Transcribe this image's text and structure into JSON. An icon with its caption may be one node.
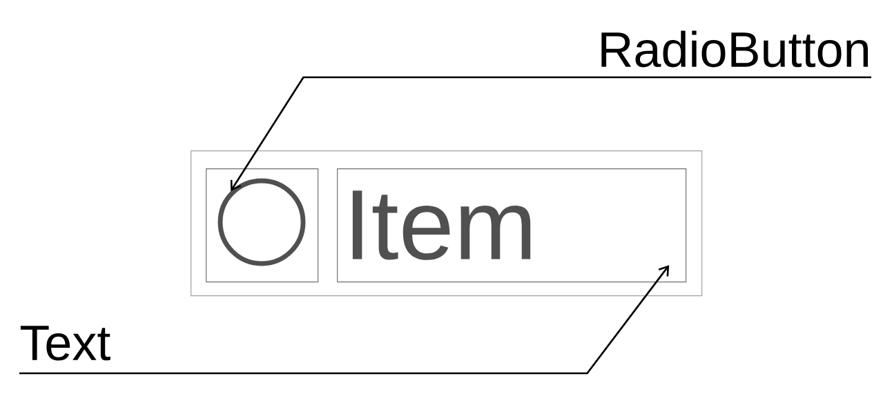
{
  "diagram": {
    "nodes": [
      {
        "text": [
          "RadioButton"
        ]
      },
      {
        "text": [],
        "shape": "box"
      },
      {
        "text": [],
        "shape": "box",
        "in": 1
      },
      {
        "text": [],
        "shape": "circle",
        "in": 2
      },
      {
        "text": [
          "Item"
        ],
        "in": 1
      },
      {
        "text": [
          "Text"
        ]
      }
    ],
    "edges": [
      {
        "from": 0,
        "to": 3,
        "arrow": "to"
      },
      {
        "from": 5,
        "to": 4,
        "arrow": "to"
      }
    ]
  }
}
